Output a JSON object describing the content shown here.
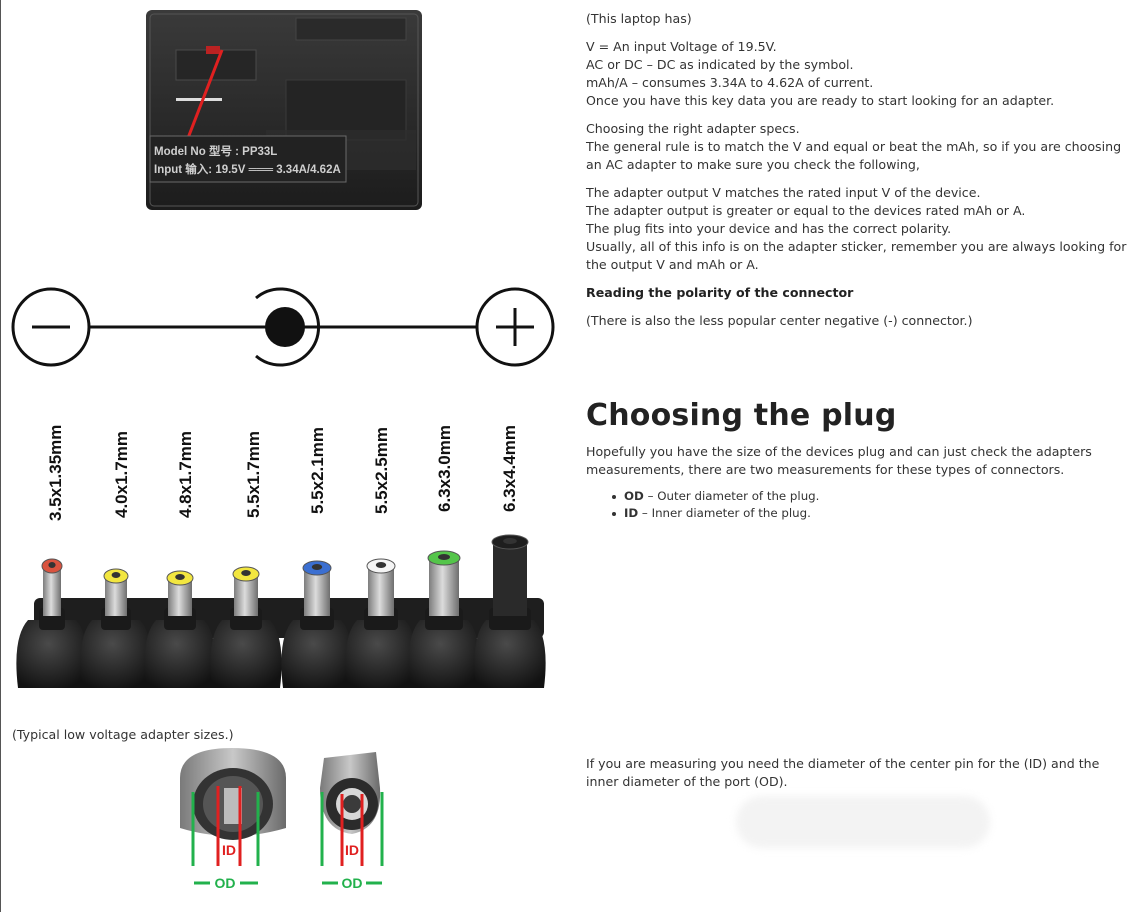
{
  "laptop_photo": {
    "model_label": "Model No 型号 : PP33L",
    "input_label": "Input 输入: 19.5V ═══ 3.34A/4.62A"
  },
  "intro": {
    "lead": "(This laptop has)",
    "lines": [
      "V = An input Voltage of 19.5V.",
      "AC or DC – DC as indicated by the symbol.",
      "mAh/A – consumes 3.34A to 4.62A of current.",
      "Once you have this key data you are ready to start looking for an adapter."
    ]
  },
  "specs": {
    "lines": [
      "Choosing the right adapter specs.",
      "The general rule is to match the V and equal or beat the mAh, so if you are choosing",
      "an AC adapter to make sure you check the following,"
    ]
  },
  "checklist": {
    "lines": [
      "The adapter output V matches the rated input V of the device.",
      "The adapter output is greater or equal to the devices rated mAh or A.",
      "The plug fits into your device and has the correct polarity.",
      "Usually, all of this info is on the adapter sticker, remember you are always looking for",
      "the output V and mAh or A."
    ]
  },
  "polarity": {
    "heading": "Reading the polarity of the connector",
    "note": "(There is also the less popular center negative (-) connector.)"
  },
  "plug": {
    "heading": "Choosing the plug",
    "lines": [
      "Hopefully you have the size of the devices plug and can just check the adapters",
      "measurements, there are two measurements for these types of connectors."
    ],
    "bullets": [
      {
        "term": "OD",
        "text": " – Outer diameter of the plug."
      },
      {
        "term": "ID",
        "text": " – Inner diameter of the plug."
      }
    ]
  },
  "sizes": [
    "3.5x1.35mm",
    "4.0x1.7mm",
    "4.8x1.7mm",
    "5.5x1.7mm",
    "5.5x2.1mm",
    "5.5x2.5mm",
    "6.3x3.0mm",
    "6.3x4.4mm"
  ],
  "tips_caption": "(Typical low voltage adapter sizes.)",
  "measure": {
    "lines": [
      "If you are measuring you need the diameter of the center pin for the (ID) and the",
      "inner diameter of the port (OD)."
    ],
    "id_label": "ID",
    "od_label": "OD"
  },
  "colors": {
    "id_red": "#e02020",
    "od_green": "#22b14c",
    "tip_red": "#d9533f",
    "tip_yellow": "#f2e640",
    "tip_blue": "#3b6fd1",
    "tip_white": "#f4f4f4",
    "tip_green": "#54c54a"
  }
}
